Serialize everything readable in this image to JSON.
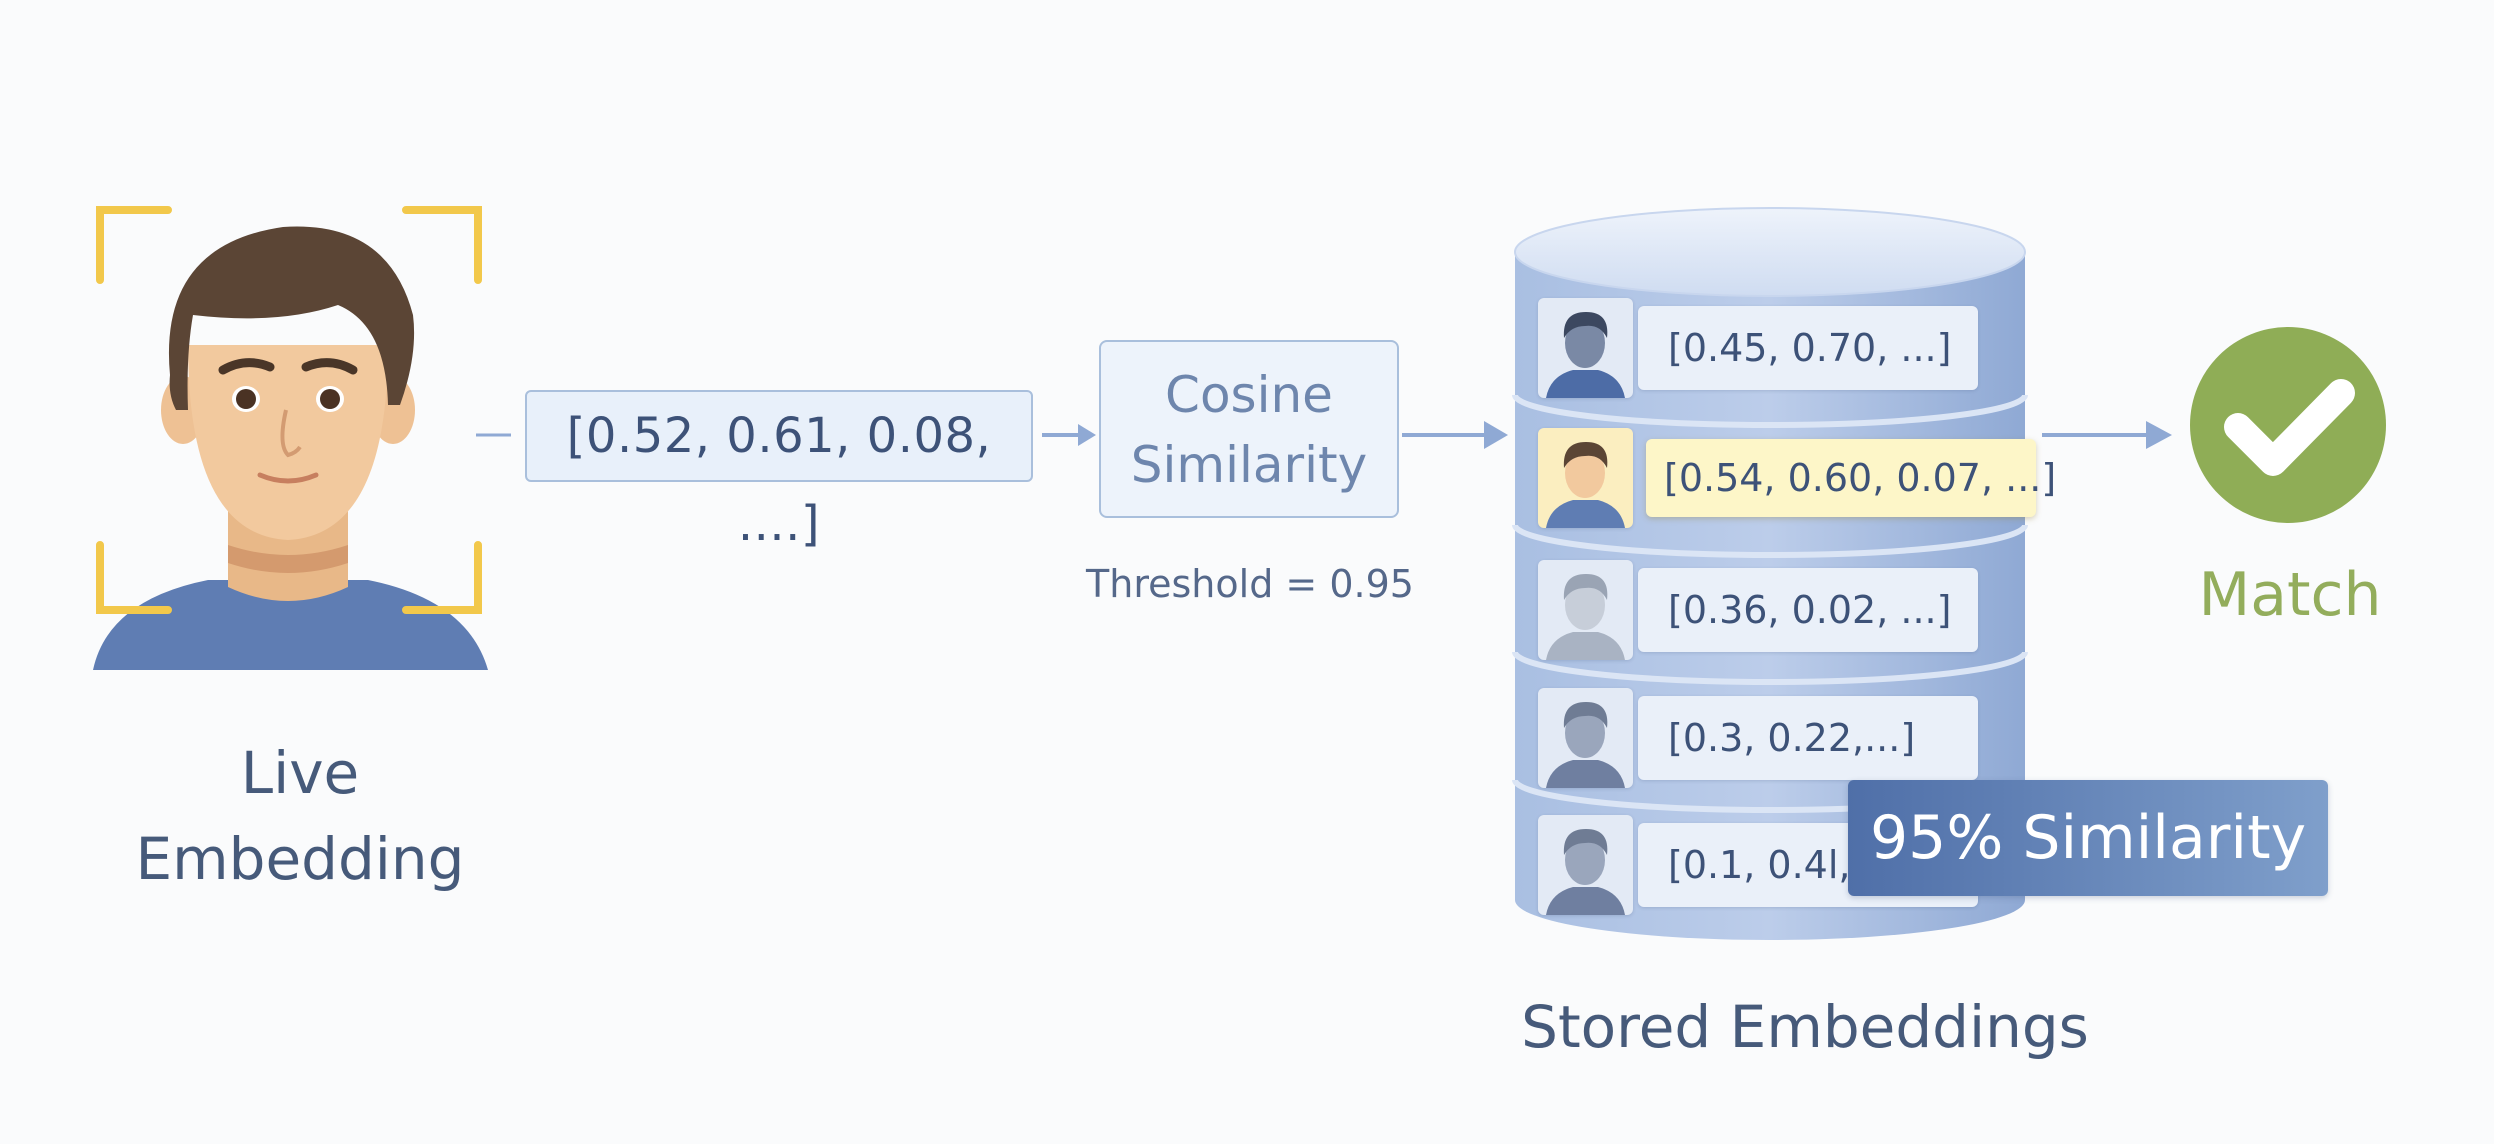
{
  "live": {
    "title_line1": "Live",
    "title_line2": "Embedding",
    "vector": "[0.52, 0.61, 0.08, ....]"
  },
  "cosine": {
    "line1": "Cosine",
    "line2": "Similarity",
    "threshold": "Threshold = 0.95"
  },
  "database": {
    "label": "Stored Embeddings",
    "entries": [
      {
        "vector": "[0.45, 0.70, ...]",
        "highlighted": false
      },
      {
        "vector": "[0.54, 0.60, 0.07, ...]",
        "highlighted": true
      },
      {
        "vector": "[0.36, 0.02, ...]",
        "highlighted": false
      },
      {
        "vector": "[0.3, 0.22,...]",
        "highlighted": false
      },
      {
        "vector": "[0.1, 0.4l,",
        "highlighted": false
      }
    ]
  },
  "result": {
    "similarity": "95% Similarity",
    "match": "Match"
  },
  "colors": {
    "accent_blue": "#8fa9d4",
    "match_green": "#8fad56",
    "frame_yellow": "#f2c84b",
    "highlight_yellow": "#fbf3c4"
  }
}
